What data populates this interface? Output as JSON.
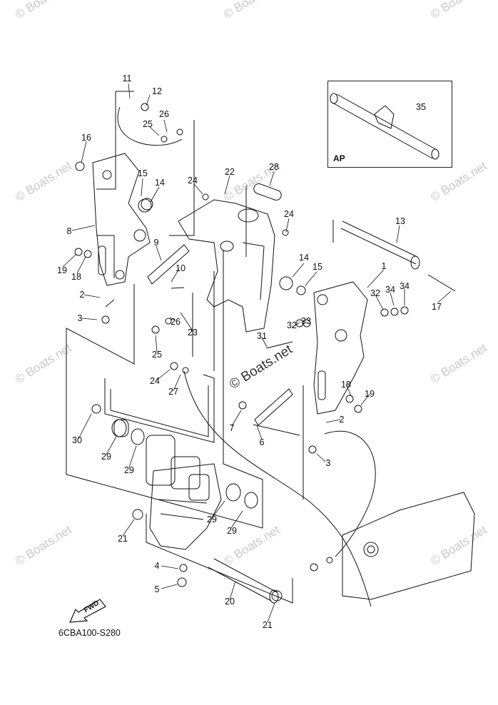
{
  "watermark": "© Boats.net",
  "ap_box": {
    "label": "AP",
    "callout": "35"
  },
  "fwd_label": "FWD",
  "diagram_code": "6CBA100-S280",
  "callouts": [
    {
      "id": "c11a",
      "text": "11"
    },
    {
      "id": "c12",
      "text": "12"
    },
    {
      "id": "c26a",
      "text": "26"
    },
    {
      "id": "c25a",
      "text": "25"
    },
    {
      "id": "c16",
      "text": "16"
    },
    {
      "id": "c15a",
      "text": "15"
    },
    {
      "id": "c14a",
      "text": "14"
    },
    {
      "id": "c24a",
      "text": "24"
    },
    {
      "id": "c22",
      "text": "22"
    },
    {
      "id": "c28",
      "text": "28"
    },
    {
      "id": "c24b",
      "text": "24"
    },
    {
      "id": "c13",
      "text": "13"
    },
    {
      "id": "c8",
      "text": "8"
    },
    {
      "id": "c9",
      "text": "9"
    },
    {
      "id": "c19a",
      "text": "19"
    },
    {
      "id": "c18a",
      "text": "18"
    },
    {
      "id": "c10",
      "text": "10"
    },
    {
      "id": "c14b",
      "text": "14"
    },
    {
      "id": "c15b",
      "text": "15"
    },
    {
      "id": "c1",
      "text": "1"
    },
    {
      "id": "c2a",
      "text": "2"
    },
    {
      "id": "c32a",
      "text": "32"
    },
    {
      "id": "c34a",
      "text": "34"
    },
    {
      "id": "c34b",
      "text": "34"
    },
    {
      "id": "c17",
      "text": "17"
    },
    {
      "id": "c3a",
      "text": "3"
    },
    {
      "id": "c23",
      "text": "23"
    },
    {
      "id": "c26b",
      "text": "26"
    },
    {
      "id": "c32b",
      "text": "32"
    },
    {
      "id": "c33",
      "text": "33"
    },
    {
      "id": "c31",
      "text": "31"
    },
    {
      "id": "c25b",
      "text": "25"
    },
    {
      "id": "c24c",
      "text": "24"
    },
    {
      "id": "c27",
      "text": "27"
    },
    {
      "id": "c18b",
      "text": "18"
    },
    {
      "id": "c19b",
      "text": "19"
    },
    {
      "id": "c7",
      "text": "7"
    },
    {
      "id": "c2b",
      "text": "2"
    },
    {
      "id": "c30",
      "text": "30"
    },
    {
      "id": "c6",
      "text": "6"
    },
    {
      "id": "c3b",
      "text": "3"
    },
    {
      "id": "c29a",
      "text": "29"
    },
    {
      "id": "c29b",
      "text": "29"
    },
    {
      "id": "c29c",
      "text": "29"
    },
    {
      "id": "c29d",
      "text": "29"
    },
    {
      "id": "c21a",
      "text": "21"
    },
    {
      "id": "c4",
      "text": "4"
    },
    {
      "id": "c5",
      "text": "5"
    },
    {
      "id": "c20",
      "text": "20"
    },
    {
      "id": "c21b",
      "text": "21"
    }
  ]
}
